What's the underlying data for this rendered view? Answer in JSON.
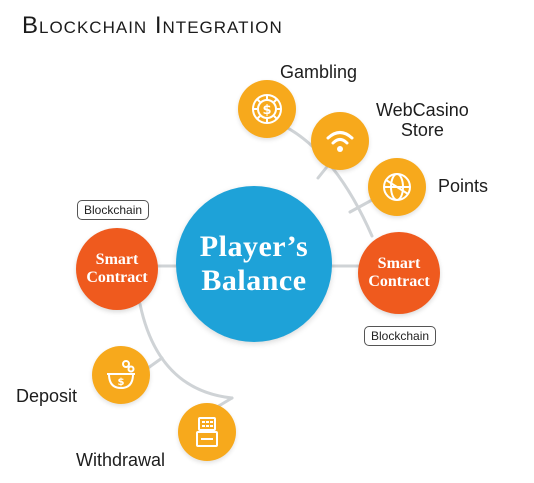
{
  "title": "Blockchain Integration",
  "hub": {
    "label_line1": "Player’s",
    "label_line2": "Balance"
  },
  "left_node": {
    "label_line1": "Smart",
    "label_line2": "Contract",
    "tag": "Blockchain"
  },
  "right_node": {
    "label_line1": "Smart",
    "label_line2": "Contract",
    "tag": "Blockchain"
  },
  "right_leaves": [
    {
      "label": "Gambling",
      "icon": "dollar-chip-icon"
    },
    {
      "label_line1": "WebCasino",
      "label_line2": "Store",
      "icon": "wifi-icon"
    },
    {
      "label": "Points",
      "icon": "globe-icon"
    }
  ],
  "left_leaves": [
    {
      "label": "Deposit",
      "icon": "coin-pot-icon"
    },
    {
      "label": "Withdrawal",
      "icon": "atm-cash-icon"
    }
  ],
  "colors": {
    "hub": "#1ea2d8",
    "contract": "#ef5a1e",
    "leaf": "#f7a91c",
    "connector": "#cfd3d6"
  }
}
